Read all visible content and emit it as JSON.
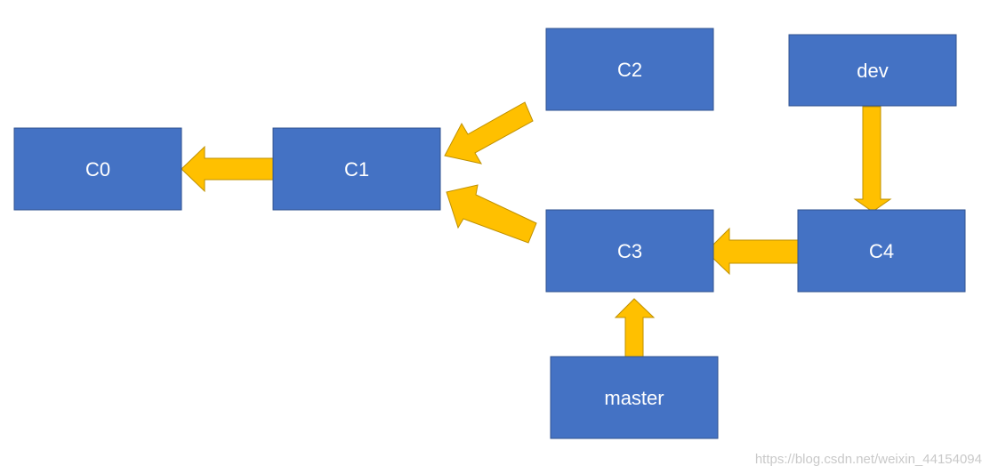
{
  "diagram": {
    "colors": {
      "node_fill": "#4472c4",
      "node_stroke": "#2f528f",
      "node_text": "#ffffff",
      "arrow_fill": "#ffc000",
      "arrow_stroke": "#bf9000",
      "watermark_text": "#c9c9c9"
    },
    "nodes": {
      "c0": {
        "label": "C0"
      },
      "c1": {
        "label": "C1"
      },
      "c2": {
        "label": "C2"
      },
      "c3": {
        "label": "C3"
      },
      "c4": {
        "label": "C4"
      },
      "dev": {
        "label": "dev"
      },
      "master": {
        "label": "master"
      }
    },
    "edges": [
      {
        "from": "C1",
        "to": "C0"
      },
      {
        "from": "C2",
        "to": "C1"
      },
      {
        "from": "C3",
        "to": "C1"
      },
      {
        "from": "C4",
        "to": "C3"
      },
      {
        "from": "dev",
        "to": "C4"
      },
      {
        "from": "master",
        "to": "C3"
      }
    ],
    "watermark": "https://blog.csdn.net/weixin_44154094"
  }
}
